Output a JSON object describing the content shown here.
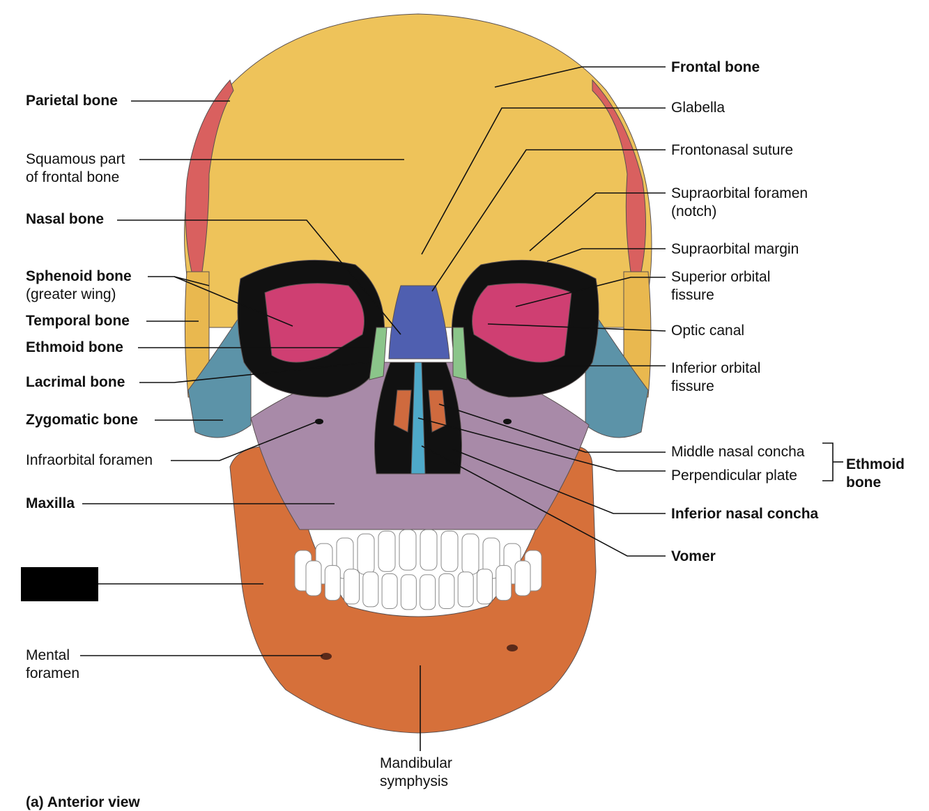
{
  "colors": {
    "frontal": "#eec35a",
    "parietal": "#d9605f",
    "sphenoid": "#cf3f72",
    "temporal": "#e9b84f",
    "ethmoid": "#66b07b",
    "lacrimal": "#8bc58a",
    "zygomatic": "#5c93a8",
    "maxilla": "#a88aa8",
    "nasal": "#4f5fb0",
    "mandible": "#d6703a",
    "vomer": "#4ea9c9",
    "concha": "#cf6a3e",
    "teeth": "#ffffff",
    "hole": "#111111"
  },
  "labels": {
    "parietal_bone": "Parietal bone",
    "squamous_part": "Squamous part\nof frontal bone",
    "nasal_bone": "Nasal bone",
    "sphenoid_bone": "Sphenoid bone",
    "sphenoid_sub": "(greater wing)",
    "temporal_bone": "Temporal bone",
    "ethmoid_bone": "Ethmoid bone",
    "lacrimal_bone": "Lacrimal bone",
    "zygomatic_bone": "Zygomatic bone",
    "infraorbital_foramen": "Infraorbital foramen",
    "maxilla": "Maxilla",
    "mental_foramen": "Mental\nforamen",
    "mandibular_symphysis": "Mandibular\nsymphysis",
    "frontal_bone": "Frontal bone",
    "glabella": "Glabella",
    "frontonasal_suture": "Frontonasal suture",
    "supraorbital_foramen": "Supraorbital foramen\n(notch)",
    "supraorbital_margin": "Supraorbital margin",
    "superior_orbital_fissure": "Superior orbital\nfissure",
    "optic_canal": "Optic canal",
    "inferior_orbital_fissure": "Inferior orbital\nfissure",
    "middle_nasal_concha": "Middle nasal concha",
    "perpendicular_plate": "Perpendicular plate",
    "ethmoid_group": "Ethmoid\nbone",
    "inferior_nasal_concha": "Inferior nasal concha",
    "vomer": "Vomer"
  },
  "caption": "(a) Anterior view"
}
